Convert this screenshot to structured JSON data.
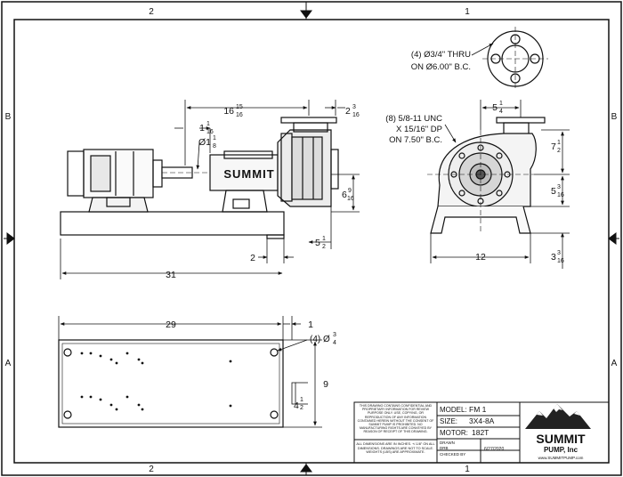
{
  "zones": {
    "top_left": "2",
    "top_right": "1",
    "bottom_left": "2",
    "bottom_right": "1",
    "side_upper": "B",
    "side_lower": "A"
  },
  "flange": {
    "bolt_note_line1": "(4) Ø3/4\" THRU",
    "bolt_note_line2": "ON Ø6.00\" B.C."
  },
  "side_view": {
    "dim_top": {
      "whole": "16",
      "num": "15",
      "den": "16"
    },
    "dim_top_right": {
      "whole": "2",
      "num": "3",
      "den": "16"
    },
    "dim_shaft_offset": {
      "whole": "1",
      "num": "1",
      "den": "16"
    },
    "dim_shaft_dia": {
      "prefix": "Ø1",
      "num": "1",
      "den": "8"
    },
    "dim_height": {
      "whole": "6",
      "num": "9",
      "den": "16"
    },
    "dim_bottom_right": {
      "whole": "5",
      "num": "1",
      "den": "2"
    },
    "dim_two": "2",
    "dim_length": "31",
    "pump_brand": "SUMMIT"
  },
  "end_view": {
    "note_line1": "(8) 5/8-11 UNC",
    "note_line2": "X 15/16\" DP",
    "note_line3": "ON 7.50\" B.C.",
    "dim_top": {
      "whole": "5",
      "num": "1",
      "den": "4"
    },
    "dim_right_upper": {
      "whole": "7",
      "num": "1",
      "den": "2"
    },
    "dim_right_mid": {
      "whole": "5",
      "num": "3",
      "den": "16"
    },
    "dim_right_low": {
      "whole": "3",
      "num": "3",
      "den": "16"
    },
    "dim_width": "12"
  },
  "base_view": {
    "dim_length": "29",
    "dim_end": "1",
    "holes_note": "(4) Ø",
    "holes_num": "3",
    "holes_den": "4",
    "dim_width": "9",
    "dim_slot": {
      "whole": "4",
      "num": "1",
      "den": "2"
    }
  },
  "title_block": {
    "confidential_text": "THIS DRAWING CONTAINS CONFIDENTIAL AND PROPRIETARY INFORMATION FOR REVIEW PURPOSE ONLY. USE, COPYING, OR REPRODUCTION OF ANY INFORMATION CONTAINED HEREIN WITHOUT THE CONSENT OF SUMMIT PUMP IS PROHIBITED. NO MANUFACTURING RIGHTS ARE CONVEYED BY REASON OF RECEIPT OF THIS DRAWING.",
    "dimensions_text": "ALL DIMENSIONS ARE IN INCHES. +/-1/8\" ON ALL DIMENSIONS. DRAWINGS ARE NOT TO SCALE. WEIGHTS (LBS) ARE APPROXIMATE.",
    "model_label": "MODEL:",
    "model_value": "FM 1",
    "size_label": "SIZE:",
    "size_value": "3X4-8A",
    "motor_label": "MOTOR:",
    "motor_value": "182T",
    "drawn_label": "DRAWN",
    "drawn_value": "DRB",
    "checked_label": "CHECKED BY",
    "date_value": "6/27/2020",
    "brand_name": "SUMMIT",
    "brand_sub": "PUMP, Inc",
    "website": "www.SUMMITPUMP.com"
  }
}
